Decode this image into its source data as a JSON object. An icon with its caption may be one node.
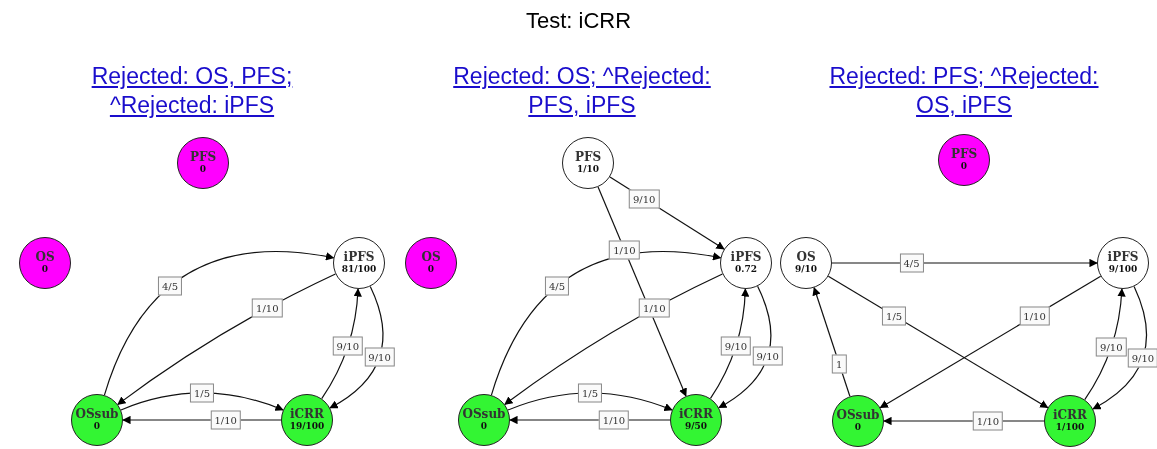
{
  "diagram": {
    "title": "Test: iCRR",
    "nodes": [
      {
        "text": [
          "PFS",
          "0"
        ]
      },
      {
        "text": [
          "OS",
          "0"
        ]
      },
      {
        "text": [
          "iPFS",
          "81/100"
        ]
      },
      {
        "text": [
          "OSsub",
          "0"
        ]
      },
      {
        "text": [
          "iCRR",
          "19/100"
        ]
      },
      {
        "text": [
          "PFS",
          "1/10"
        ]
      },
      {
        "text": [
          "OS",
          "0"
        ]
      },
      {
        "text": [
          "iPFS",
          "0.72"
        ]
      },
      {
        "text": [
          "OSsub",
          "0"
        ]
      },
      {
        "text": [
          "iCRR",
          "9/50"
        ]
      },
      {
        "text": [
          "PFS",
          "0"
        ]
      },
      {
        "text": [
          "OS",
          "9/10"
        ]
      },
      {
        "text": [
          "iPFS",
          "9/100"
        ]
      },
      {
        "text": [
          "OSsub",
          "0"
        ]
      },
      {
        "text": [
          "iCRR",
          "1/100"
        ]
      }
    ],
    "edges": [
      {
        "from": 3,
        "to": 2,
        "arrow": "to",
        "label": "4/5"
      },
      {
        "from": 2,
        "to": 3,
        "arrow": "to",
        "label": "1/10"
      },
      {
        "from": 3,
        "to": 4,
        "arrow": "to",
        "label": "1/5"
      },
      {
        "from": 4,
        "to": 3,
        "arrow": "to",
        "label": "1/10"
      },
      {
        "from": 4,
        "to": 2,
        "arrow": "to",
        "label": "9/10"
      },
      {
        "from": 2,
        "to": 4,
        "arrow": "to",
        "label": "9/10"
      },
      {
        "from": 5,
        "to": 7,
        "arrow": "to",
        "label": "9/10"
      },
      {
        "from": 5,
        "to": 9,
        "arrow": "to",
        "label": "1/10"
      },
      {
        "from": 8,
        "to": 7,
        "arrow": "to",
        "label": "4/5"
      },
      {
        "from": 7,
        "to": 8,
        "arrow": "to",
        "label": "1/10"
      },
      {
        "from": 8,
        "to": 9,
        "arrow": "to",
        "label": "1/5"
      },
      {
        "from": 9,
        "to": 8,
        "arrow": "to",
        "label": "1/10"
      },
      {
        "from": 9,
        "to": 7,
        "arrow": "to",
        "label": "9/10"
      },
      {
        "from": 7,
        "to": 9,
        "arrow": "to",
        "label": "9/10"
      },
      {
        "from": 11,
        "to": 12,
        "arrow": "to",
        "label": "4/5"
      },
      {
        "from": 11,
        "to": 14,
        "arrow": "to",
        "label": "1/5"
      },
      {
        "from": 12,
        "to": 13,
        "arrow": "to",
        "label": "1/10"
      },
      {
        "from": 13,
        "to": 11,
        "arrow": "to",
        "label": "1"
      },
      {
        "from": 14,
        "to": 13,
        "arrow": "to",
        "label": "1/10"
      },
      {
        "from": 14,
        "to": 12,
        "arrow": "to",
        "label": "9/10"
      },
      {
        "from": 12,
        "to": 14,
        "arrow": "to",
        "label": "9/10"
      }
    ],
    "labels": [
      "Rejected: OS, PFS; ^Rejected: iPFS",
      "Rejected: OS; ^Rejected: PFS, iPFS",
      "Rejected: PFS; ^Rejected: OS, iPFS"
    ]
  }
}
